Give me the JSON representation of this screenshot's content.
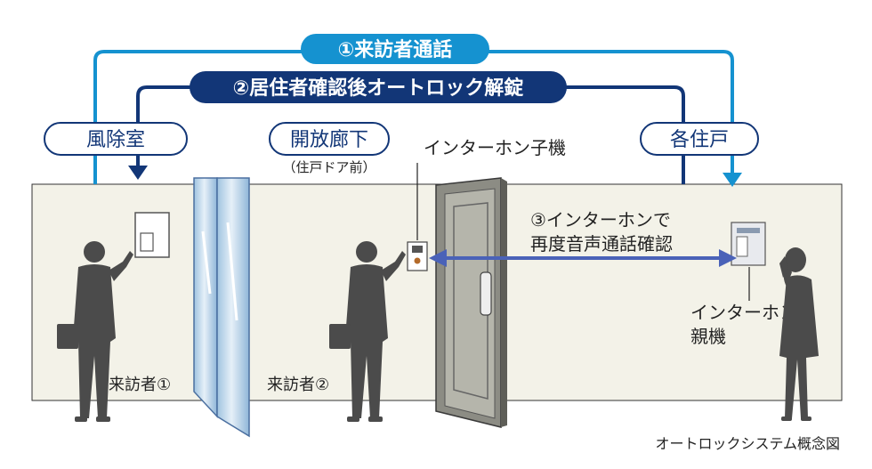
{
  "flow": {
    "step1": "①来訪者通話",
    "step2": "②居住者確認後オートロック解錠",
    "step3_line1": "③インターホンで",
    "step3_line2": "再度音声通話確認"
  },
  "locations": {
    "vestibule": "風除室",
    "corridor": "開放廊下",
    "corridor_sub": "（住戸ドア前）",
    "units": "各住戸"
  },
  "devices": {
    "handset": "インターホン子機",
    "master_line1": "インターホン",
    "master_line2": "親機"
  },
  "people": {
    "visitor1": "来訪者①",
    "visitor2": "来訪者②"
  },
  "caption": "オートロックシステム概念図",
  "colors": {
    "light_blue": "#1592d0",
    "navy": "#123677",
    "arrow_blue": "#4a62b8",
    "wall": "#f3f2e8",
    "silhouette": "#4b4b4b"
  }
}
